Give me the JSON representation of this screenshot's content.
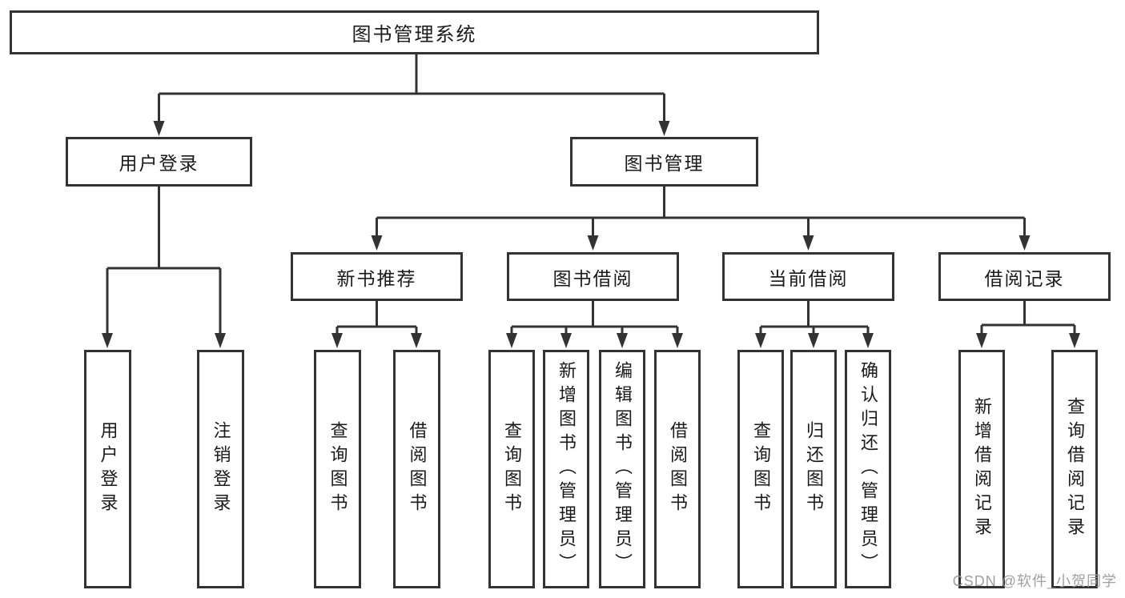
{
  "root": {
    "label": "图书管理系统"
  },
  "branches": [
    {
      "label": "用户登录",
      "children": [
        {
          "label": "用户登录"
        },
        {
          "label": "注销登录"
        }
      ]
    },
    {
      "label": "图书管理",
      "groups": [
        {
          "label": "新书推荐",
          "children": [
            {
              "label": "查询图书"
            },
            {
              "label": "借阅图书"
            }
          ]
        },
        {
          "label": "图书借阅",
          "children": [
            {
              "label": "查询图书"
            },
            {
              "label": "新增图书（管理员）"
            },
            {
              "label": "编辑图书（管理员）"
            },
            {
              "label": "借阅图书"
            }
          ]
        },
        {
          "label": "当前借阅",
          "children": [
            {
              "label": "查询图书"
            },
            {
              "label": "归还图书"
            },
            {
              "label": "确认归还（管理员）"
            }
          ]
        },
        {
          "label": "借阅记录",
          "children": [
            {
              "label": "新增借阅记录"
            },
            {
              "label": "查询借阅记录"
            }
          ]
        }
      ]
    }
  ],
  "watermark": {
    "text": "CSDN @软件_小贺同学"
  },
  "colors": {
    "line": "#333333",
    "text": "#1a1a1a",
    "background": "#ffffff",
    "watermark": "#9b9b9b"
  }
}
